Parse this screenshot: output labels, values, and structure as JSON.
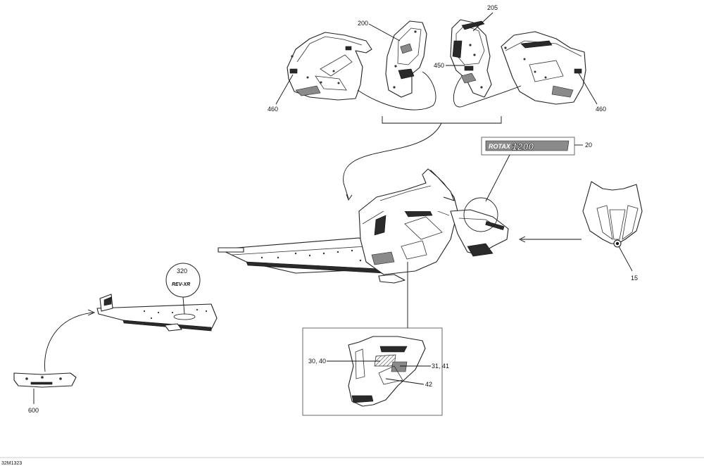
{
  "callouts": {
    "c200": "200",
    "c205": "205",
    "c450": "450",
    "c460_left": "460",
    "c460_right": "460",
    "c20": "20",
    "c15": "15",
    "c320": "320",
    "c600": "600",
    "c30_40": "30, 40",
    "c31_41": "31, 41",
    "c42": "42"
  },
  "decals": {
    "rotax_brand": "ROTAX",
    "rotax_model": "1200",
    "sidebar_logo": "REV-XR"
  },
  "footer": {
    "drawing_number": "32M1323"
  }
}
